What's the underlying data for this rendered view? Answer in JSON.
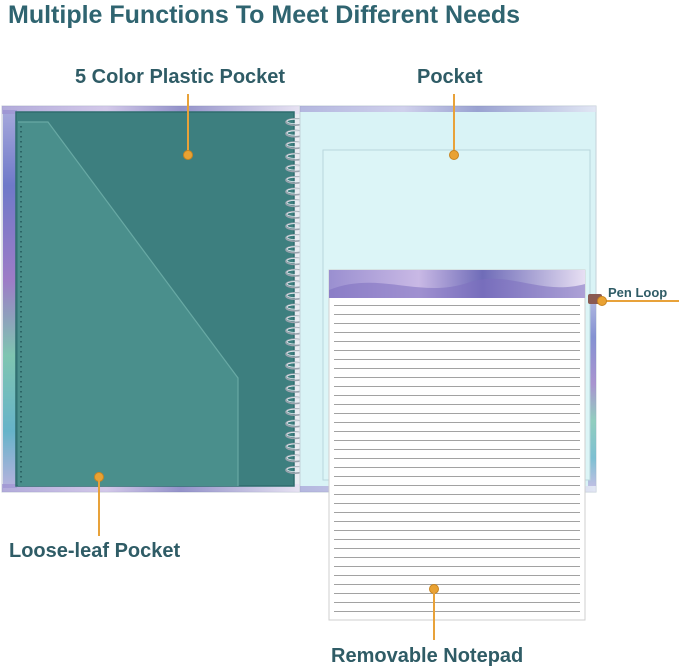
{
  "page": {
    "title": "Multiple Functions To Meet Different Needs"
  },
  "callouts": {
    "plastic_pocket": "5 Color Plastic Pocket",
    "pocket": "Pocket",
    "pen_loop": "Pen Loop",
    "loose_leaf_pocket": "Loose-leaf Pocket",
    "removable_notepad": "Removable Notepad"
  },
  "colors": {
    "title_text": "#2f6470",
    "callout_accent": "#e8a23a",
    "folder_teal": "#3d7f7f",
    "pocket_blue": "#d9f3f6"
  }
}
